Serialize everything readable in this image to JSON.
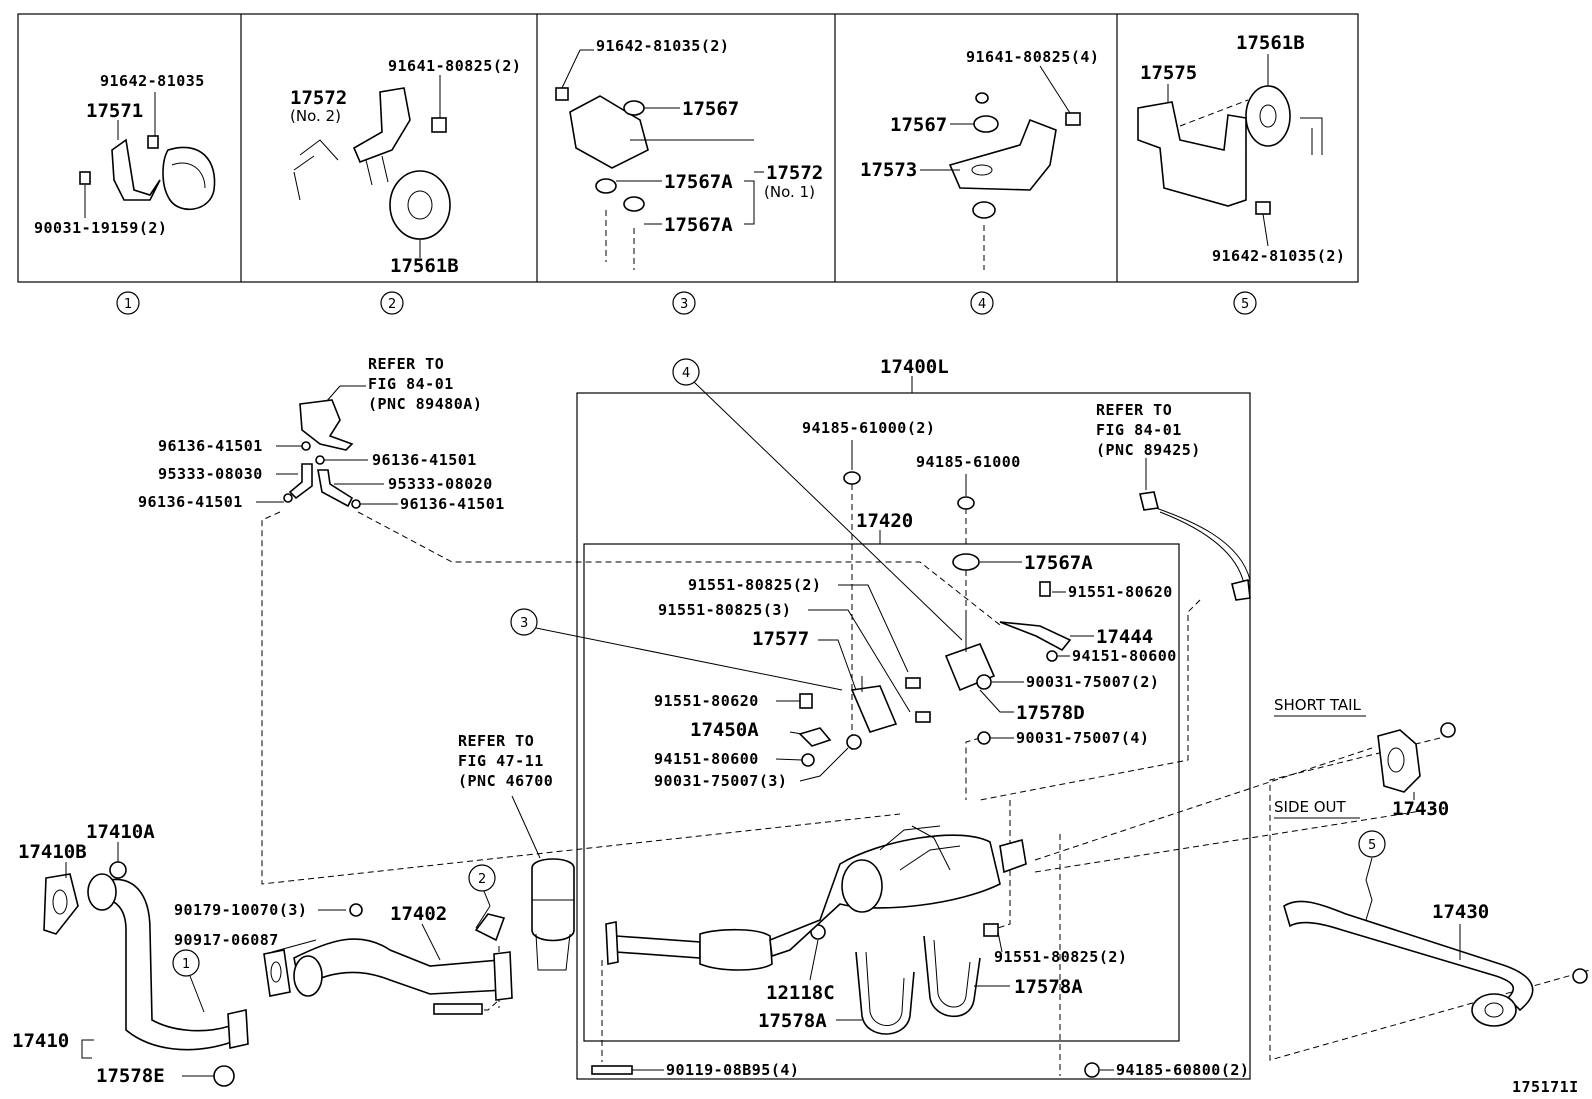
{
  "panels": [
    {
      "index": "1",
      "labels": [
        "91642-81035",
        "17571",
        "90031-19159(2)"
      ]
    },
    {
      "index": "2",
      "labels": [
        "17572",
        "(No. 2)",
        "91641-80825(2)",
        "17561B"
      ]
    },
    {
      "index": "3",
      "labels": [
        "91642-81035(2)",
        "17567",
        "17567A",
        "17567A",
        "17572",
        "(No. 1)"
      ]
    },
    {
      "index": "4",
      "labels": [
        "91641-80825(4)",
        "17567",
        "17573"
      ]
    },
    {
      "index": "5",
      "labels": [
        "17561B",
        "17575",
        "91642-81035(2)"
      ]
    }
  ],
  "callouts": {
    "c1": "1",
    "c2": "2",
    "c3": "3",
    "c4": "4",
    "c5": "5"
  },
  "assembly": {
    "assy_17400L": "17400L",
    "sub_17420": "17420"
  },
  "refer_notes": {
    "r1": [
      "REFER TO",
      "FIG 84-01",
      "(PNC 89480A)"
    ],
    "r2": [
      "REFER TO",
      "FIG 84-01",
      "(PNC 89425)"
    ],
    "r3": [
      "REFER TO",
      "FIG 47-11",
      "(PNC 46700"
    ]
  },
  "hose_parts": {
    "h1": "96136-41501",
    "h2": "96136-41501",
    "h3": "95333-08030",
    "h4": "95333-08020",
    "h5": "96136-41501",
    "h6": "96136-41501"
  },
  "main_parts": {
    "p_94185_61000_2": "94185-61000(2)",
    "p_94185_61000": "94185-61000",
    "p_17567A": "17567A",
    "p_91551_80825_2a": "91551-80825(2)",
    "p_91551_80825_3": "91551-80825(3)",
    "p_91551_80620a": "91551-80620",
    "p_17444": "17444",
    "p_94151_80600a": "94151-80600",
    "p_90031_75007_2": "90031-75007(2)",
    "p_17577": "17577",
    "p_91551_80620b": "91551-80620",
    "p_17578D": "17578D",
    "p_17450A": "17450A",
    "p_90031_75007_4": "90031-75007(4)",
    "p_94151_80600b": "94151-80600",
    "p_90031_75007_3": "90031-75007(3)",
    "p_91551_80825_2b": "91551-80825(2)",
    "p_12118C": "12118C",
    "p_17578A_a": "17578A",
    "p_17578A_b": "17578A",
    "p_90119_08B95_4": "90119-08B95(4)",
    "p_94185_60800_2": "94185-60800(2)"
  },
  "left_parts": {
    "p_17410A": "17410A",
    "p_17410B": "17410B",
    "p_90179_10070_3": "90179-10070(3)",
    "p_90917_06087": "90917-06087",
    "p_17402": "17402",
    "p_17410": "17410",
    "p_17578E": "17578E"
  },
  "tail": {
    "short_tail": "SHORT TAIL",
    "side_out": "SIDE OUT",
    "p_17430a": "17430",
    "p_17430b": "17430"
  },
  "figure_code": "175171I"
}
